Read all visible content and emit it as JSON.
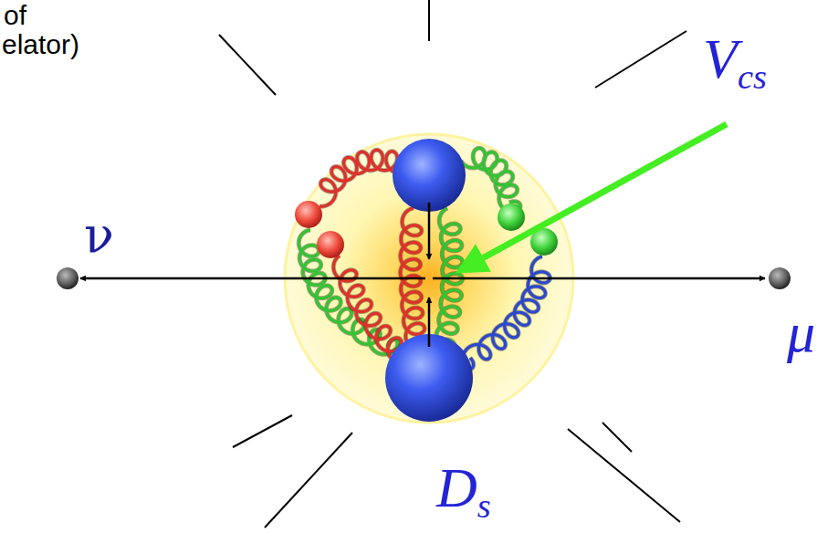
{
  "diagram": {
    "labels": [
      "of",
      "elator)",
      "ν",
      "Vcs",
      "μ",
      "Ds"
    ]
  }
}
